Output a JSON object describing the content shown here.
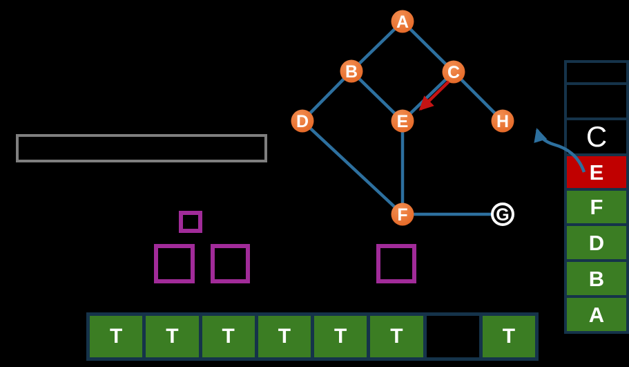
{
  "diagram": {
    "description_colors": {
      "node_orange": "#ed7431",
      "edge_blue": "#2d709f",
      "stack_green": "#3b7d23",
      "stack_red": "#c00000",
      "cell_border_navy": "#15334a",
      "placeholder_magenta": "#a12b99",
      "callout_gray": "#7f7f7f",
      "visit_arrow_red": "#c41414",
      "label_white": "#ffffff"
    }
  },
  "graph": {
    "nodes": {
      "A": {
        "label": "A"
      },
      "B": {
        "label": "B"
      },
      "C": {
        "label": "C"
      },
      "D": {
        "label": "D"
      },
      "E": {
        "label": "E"
      },
      "H": {
        "label": "H"
      },
      "F": {
        "label": "F"
      },
      "G": {
        "label": "G"
      }
    },
    "edges": [
      "A-B",
      "A-C",
      "B-D",
      "B-E",
      "C-E",
      "C-H",
      "D-F",
      "E-F",
      "F-G"
    ],
    "visit_arrow": "C to E",
    "pop_arrow": "stack top toward graph"
  },
  "stack": {
    "rows": [
      {
        "label": "",
        "state": "empty"
      },
      {
        "label": "",
        "state": "empty"
      },
      {
        "label": "C",
        "state": "plain"
      },
      {
        "label": "E",
        "state": "red"
      },
      {
        "label": "F",
        "state": "green"
      },
      {
        "label": "D",
        "state": "green"
      },
      {
        "label": "B",
        "state": "green"
      },
      {
        "label": "A",
        "state": "green"
      }
    ]
  },
  "visited_array": {
    "cells": [
      {
        "label": "T"
      },
      {
        "label": "T"
      },
      {
        "label": "T"
      },
      {
        "label": "T"
      },
      {
        "label": "T"
      },
      {
        "label": "T"
      },
      {
        "label": ""
      },
      {
        "label": "T"
      }
    ]
  }
}
